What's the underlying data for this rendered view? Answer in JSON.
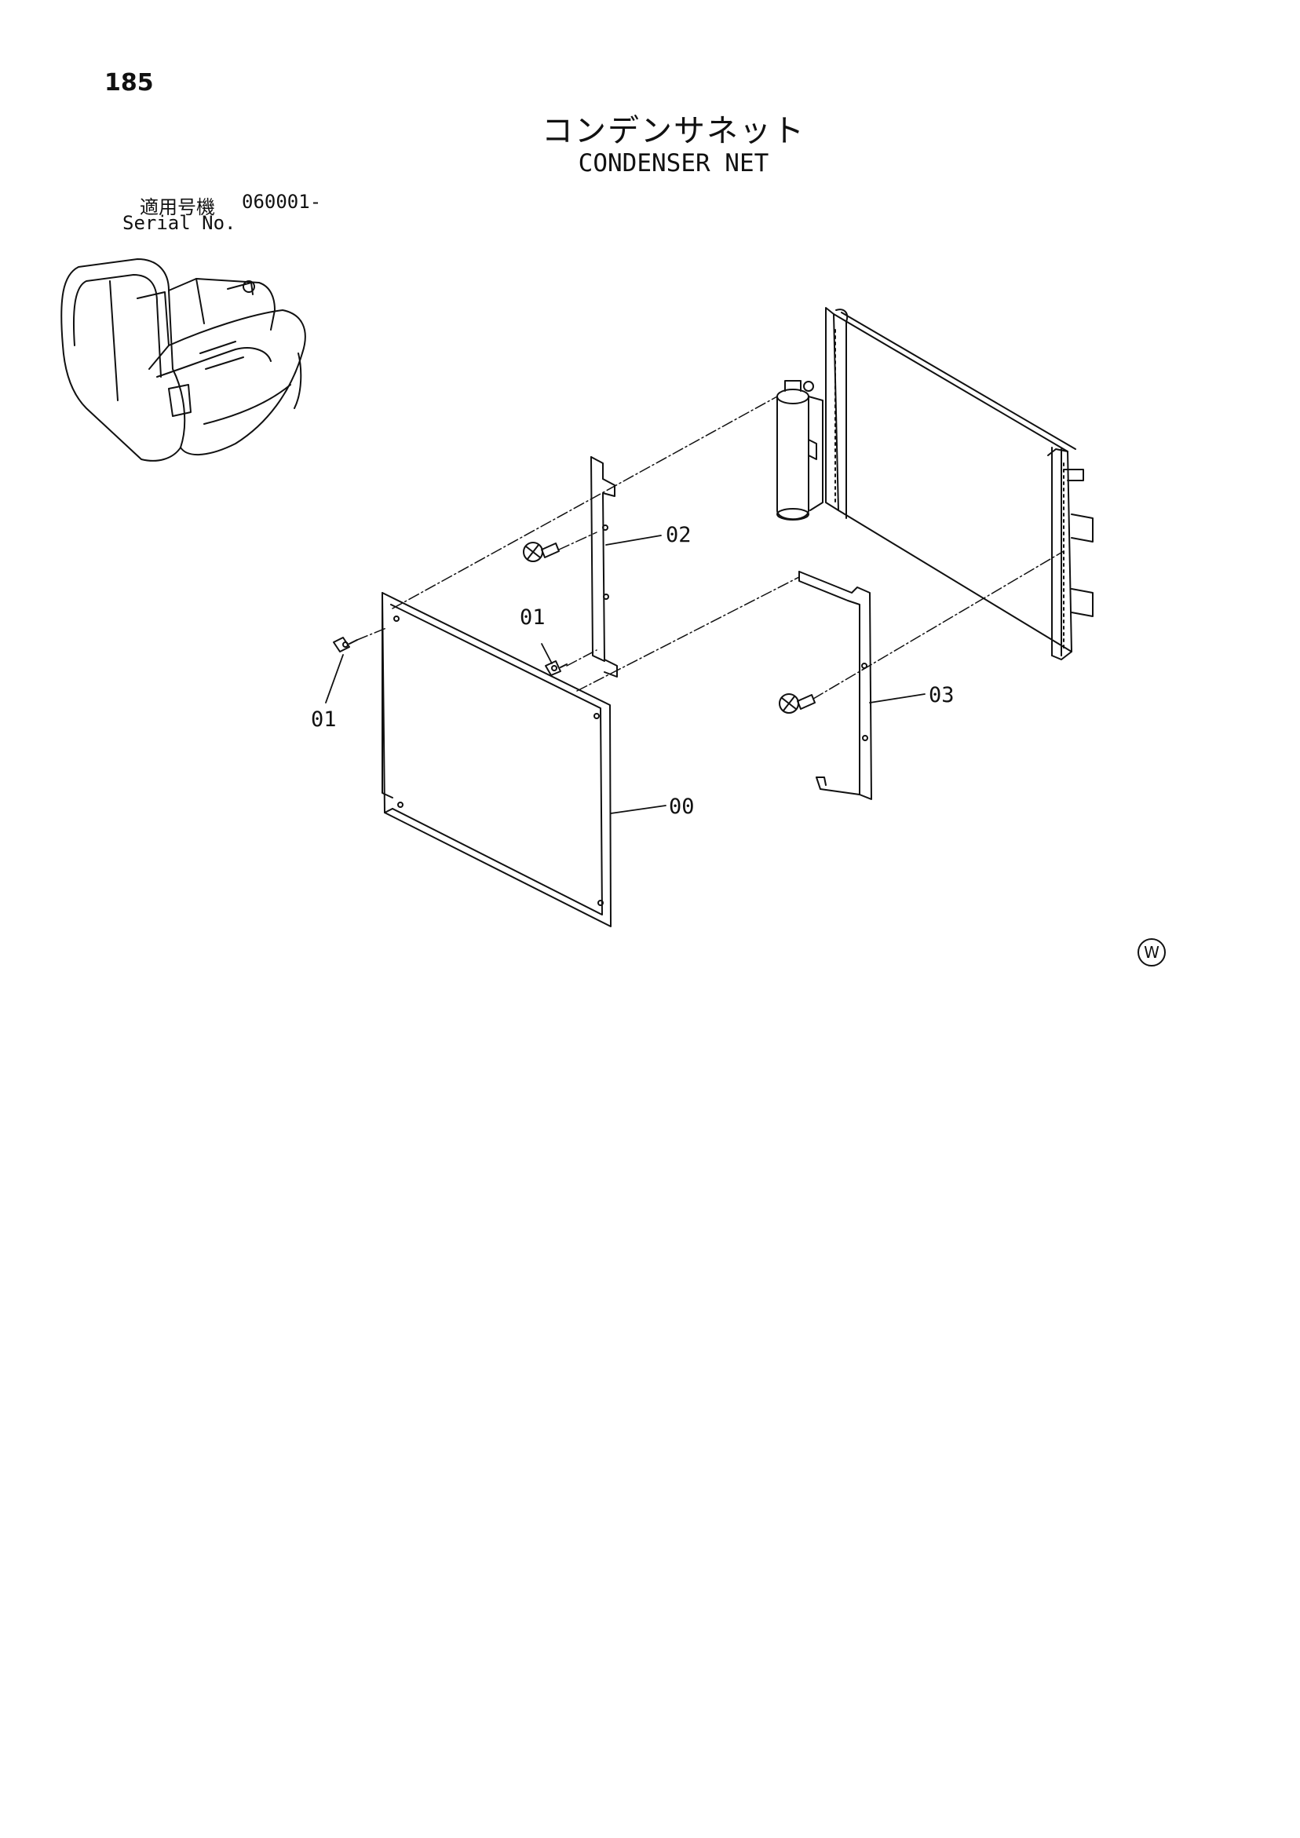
{
  "page": {
    "number": "185",
    "title_jp": "コンデンサネット",
    "title_en": "CONDENSER NET",
    "serial_label_jp": "適用号機",
    "serial_value": "060001-",
    "serial_label_en": "Serial No.",
    "mark": "W"
  },
  "callouts": {
    "bracket_upper": "02",
    "bracket_lower": "03",
    "wing_nut_left": "01",
    "wing_nut_center": "01",
    "net_frame": "00"
  }
}
